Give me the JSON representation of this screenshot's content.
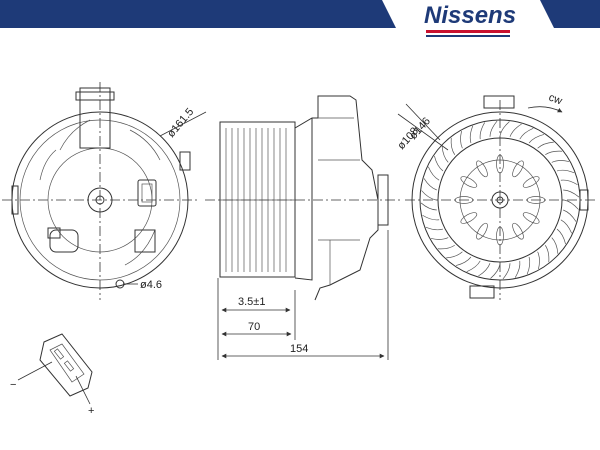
{
  "brand": {
    "name": "Nissens",
    "color": "#1e3a78",
    "accent": "#c8102e"
  },
  "dimensions": {
    "outer_diameter": "ø161.5",
    "hole_diameter": "ø4.6",
    "impeller_diameter_outer": "ø146",
    "impeller_diameter_inner": "ø108",
    "offset": "3.5±1",
    "depth_front": "70",
    "depth_total": "154"
  },
  "rotation": {
    "direction_label": "cw"
  },
  "connector": {
    "minus": "−",
    "plus": "+"
  }
}
